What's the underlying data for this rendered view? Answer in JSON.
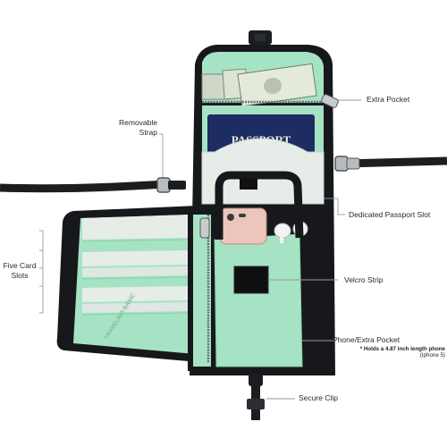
{
  "callouts": {
    "extra_pocket": "Extra Pocket",
    "removable_strap_line1": "Removable",
    "removable_strap_line2": "Strap",
    "dedicated_passport_slot": "Dedicated Passport Slot",
    "five_card_slots_line1": "Five Card",
    "five_card_slots_line2": "Slots",
    "velcro_strip": "Velcro Strip",
    "phone_extra_pocket": "Phone/Extra Pocket",
    "phone_note_line1": "* Holds a 4.87 inch length phone",
    "phone_note_line2": "(Iphone 5)",
    "secure_clip": "Secure Clip"
  },
  "product": {
    "passport_text": "PASSPORT",
    "brand_text": "TRAVELING BASIC"
  },
  "colors": {
    "body": "#16181c",
    "mint": "#a6e3c4",
    "mint_dark": "#86cfa8",
    "passport": "#1d2c63",
    "card": "#e6ece8",
    "leader": "#9a9a9a"
  }
}
